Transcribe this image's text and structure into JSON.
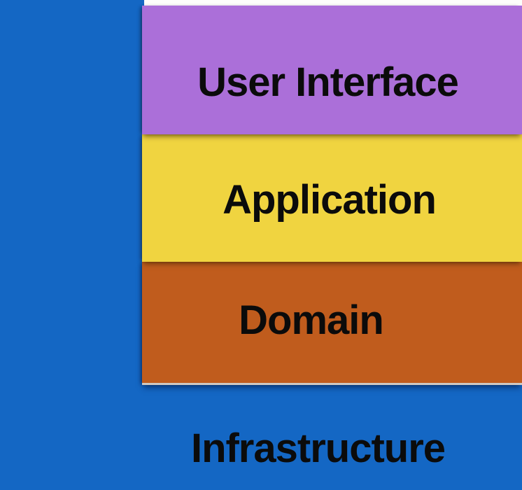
{
  "diagram": {
    "type": "layered-architecture",
    "background_label": "Infrastructure",
    "layers": [
      {
        "id": "user-interface",
        "label": "User Interface",
        "color": "#ab6fd9"
      },
      {
        "id": "application",
        "label": "Application",
        "color": "#f0d440"
      },
      {
        "id": "domain",
        "label": "Domain",
        "color": "#c05c1d"
      },
      {
        "id": "infrastructure",
        "label": "Infrastructure",
        "color": "#1467c4"
      }
    ],
    "colors": {
      "background": "#1467c4",
      "top_strip": "#fdfdfb",
      "text": "#0b0b0b",
      "domain_bottom_edge": "#cfc9c3"
    }
  }
}
